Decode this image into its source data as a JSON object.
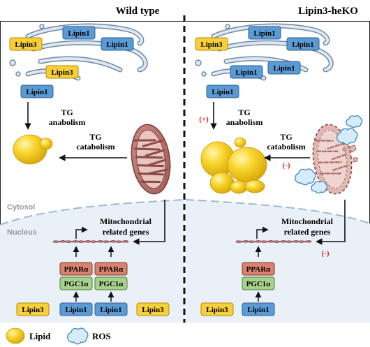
{
  "panels": {
    "left_title": "Wild type",
    "right_title": "Lipin3-heKO"
  },
  "compartments": {
    "cytosol": "Cytosol",
    "nucleus": "Nucleus"
  },
  "proteins": {
    "lipin1": "Lipin1",
    "lipin3": "Lipin3",
    "ppara": "PPARα",
    "pgc1a": "PGC1α"
  },
  "process_labels": {
    "tg": "TG",
    "anabolism": "anabolism",
    "catabolism": "catabolism",
    "mito_line1": "Mitochondrial",
    "mito_line2": "related genes"
  },
  "signs": {
    "plus": "(+)",
    "minus": "(-)"
  },
  "legend": {
    "lipid": "Lipid",
    "ros": "ROS"
  },
  "colors": {
    "lipin1_fill": "#5b9bd5",
    "lipin1_stroke": "#2e5f8f",
    "lipin3_fill": "#f7d038",
    "lipin3_stroke": "#b08a10",
    "ppara_fill": "#d9826e",
    "pgc1a_fill": "#a9d18e",
    "nucleus_fill": "#e9f0f8",
    "sign_red": "#d42020"
  }
}
